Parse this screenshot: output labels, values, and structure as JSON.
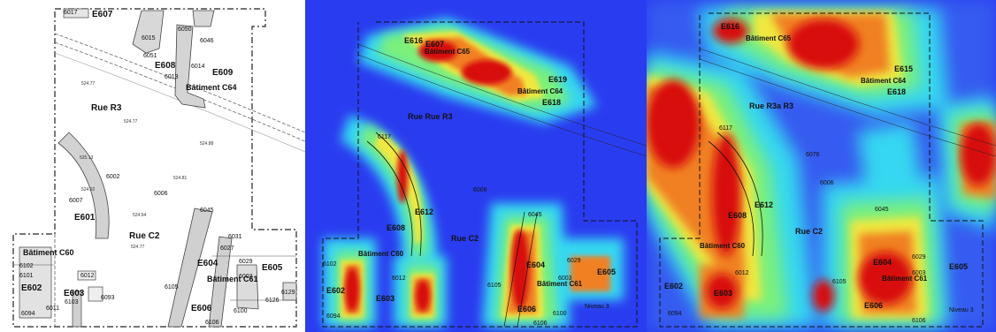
{
  "panel_plan": {
    "labels": {
      "E607": "E607",
      "E608": "E608",
      "E609": "E609",
      "bat_c64": "Bâtiment C64",
      "rue_r3": "Rue R3",
      "E601": "E601",
      "rue_c2": "Rue C2",
      "bat_c60": "Bâtiment C60",
      "E602": "E602",
      "E603": "E603",
      "E604": "E604",
      "E605": "E605",
      "E606": "E606",
      "bat_c61": "Bâtiment C61",
      "n6017": "6017",
      "n6015": "6015",
      "n6050": "6050",
      "n6046": "6046",
      "n6051": "6051",
      "n6014": "6014",
      "n6013": "6013",
      "n6002": "6002",
      "n6006": "6006",
      "n6007": "6007",
      "n6045": "6045",
      "n6031": "6031",
      "n6027": "6027",
      "n6029": "6029",
      "n6012": "6012",
      "n6093": "6093",
      "n6103": "6103",
      "n6011": "6011",
      "n6102": "6102",
      "n6101": "6101",
      "n6094": "6094",
      "n6105": "6105",
      "n6100": "6100",
      "n6106": "6106",
      "n6129": "6129",
      "n6126": "6126",
      "n6003": "6003",
      "h1": "524.77",
      "h2": "524.77",
      "h3": "524.88",
      "h4": "525.13",
      "h5": "524.81",
      "h6": "524.92",
      "h7": "524.64",
      "h8": "524.77"
    }
  },
  "panel_heat1": {
    "labels": {
      "E616": "E616",
      "E607": "E607",
      "bat_c65": "Bâtiment C65",
      "E619": "E619",
      "bat_c64": "Bâtiment C64",
      "E618": "E618",
      "rue_r3": "Rue Rue R3",
      "n6117": "6117",
      "E612": "E612",
      "E608": "E608",
      "rue_c2": "Rue C2",
      "bat_c60": "Bâtiment C60",
      "E602": "E602",
      "E603": "E603",
      "E604": "E604",
      "E605": "E605",
      "E606": "E606",
      "bat_c61": "Bâtiment C61",
      "n6045": "6045",
      "n6012": "6012",
      "n6102": "6102",
      "n6094": "6094",
      "n6100": "6100",
      "n6106": "6106",
      "n6029": "6029",
      "n6105": "6105",
      "niveau": "Niveau 3",
      "n6006": "6006",
      "n6003": "6003"
    }
  },
  "panel_heat2": {
    "labels": {
      "E616": "E616",
      "bat_c65": "Bâtiment C65",
      "E615": "E615",
      "bat_c64": "Bâtiment C64",
      "E618": "E618",
      "rue_r3": "Rue R3a R3",
      "n6117": "6117",
      "E612": "E612",
      "E608": "E608",
      "rue_c2": "Rue C2",
      "bat_c60": "Bâtiment C60",
      "E602": "E602",
      "E603": "E603",
      "E604": "E604",
      "E605": "E605",
      "E606": "E606",
      "bat_c61": "Bâtiment C61",
      "n6045": "6045",
      "n6012": "6012",
      "n6094": "6094",
      "n6106": "6106",
      "n6029": "6029",
      "n6105": "6105",
      "niveau": "Niveau 3",
      "n6076": "6076",
      "n6003": "6003",
      "n6006": "6006"
    }
  },
  "colors": {
    "heat_bg": "#2a3cf0",
    "heat_cyan": "#36d8f0",
    "heat_green": "#7cf07a",
    "heat_yellow": "#f0e840",
    "heat_orange": "#f08020",
    "heat_red": "#d81010"
  }
}
